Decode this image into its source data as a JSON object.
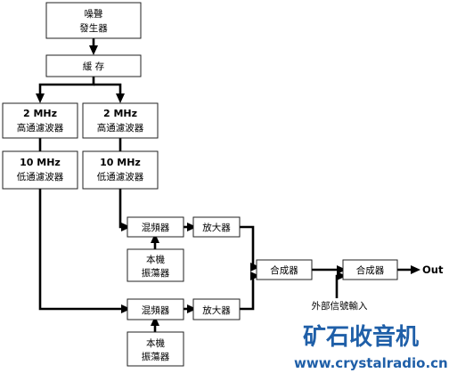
{
  "blocks": {
    "noise_generator": [
      "噪聲",
      "發生器"
    ],
    "buffer": "緩 存",
    "hpf_left": [
      "2 MHz",
      "高通濾波器"
    ],
    "hpf_right": [
      "2 MHz",
      "高通濾波器"
    ],
    "lpf_left": [
      "10 MHz",
      "低通濾波器"
    ],
    "lpf_right": [
      "10 MHz",
      "低通濾波器"
    ],
    "mixer_top": "混頻器",
    "amp_top": "放大器",
    "osc_top": [
      "本機",
      "振蕩器"
    ],
    "combiner_1": "合成器",
    "combiner_2": "合成器",
    "mixer_bottom": "混頻器",
    "amp_bottom": "放大器",
    "osc_bottom": [
      "本機",
      "振蕩器"
    ]
  },
  "labels": {
    "output": "Out",
    "external_input": "外部信號輸入"
  },
  "watermark": {
    "name": "矿石收音机",
    "url": "www.crystalradio.cn",
    "color": "#1f5fa8"
  }
}
